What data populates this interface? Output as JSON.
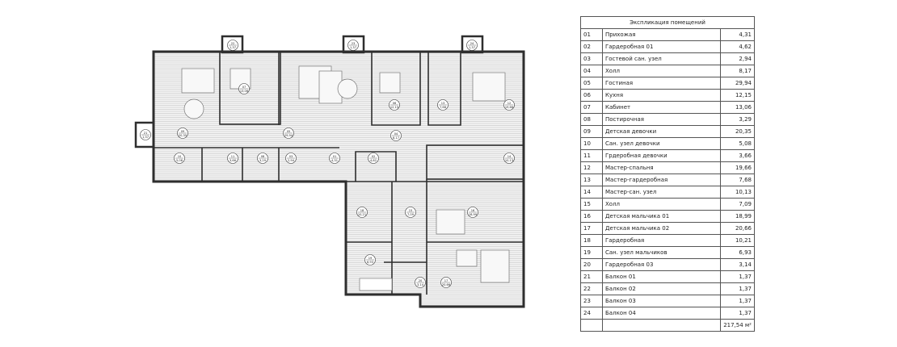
{
  "table": {
    "title": "Экспликация помещений",
    "rows": [
      {
        "no": "01",
        "name": "Прихожая",
        "area": "4,31"
      },
      {
        "no": "02",
        "name": "Гардеробная 01",
        "area": "4,62"
      },
      {
        "no": "03",
        "name": "Гостевой сан. узел",
        "area": "2,94"
      },
      {
        "no": "04",
        "name": "Холл",
        "area": "8,17"
      },
      {
        "no": "05",
        "name": "Гостиная",
        "area": "29,94"
      },
      {
        "no": "06",
        "name": "Кухня",
        "area": "12,15"
      },
      {
        "no": "07",
        "name": "Кабинет",
        "area": "13,06"
      },
      {
        "no": "08",
        "name": "Постирочная",
        "area": "3,29"
      },
      {
        "no": "09",
        "name": "Детская девочки",
        "area": "20,35"
      },
      {
        "no": "10",
        "name": "Сан. узел девочки",
        "area": "5,08"
      },
      {
        "no": "11",
        "name": "Грдеробная девочки",
        "area": "3,66"
      },
      {
        "no": "12",
        "name": "Мастер-спальня",
        "area": "19,66"
      },
      {
        "no": "13",
        "name": "Мастер-гардеробная",
        "area": "7,68"
      },
      {
        "no": "14",
        "name": "Мастер-сан. узел",
        "area": "10,13"
      },
      {
        "no": "15",
        "name": "Холл",
        "area": "7,09"
      },
      {
        "no": "16",
        "name": "Детская мальчика 01",
        "area": "18,99"
      },
      {
        "no": "17",
        "name": "Детская мальчика 02",
        "area": "20,66"
      },
      {
        "no": "18",
        "name": "Гардеробная",
        "area": "10,21"
      },
      {
        "no": "19",
        "name": "Сан. узел мальчиков",
        "area": "6,93"
      },
      {
        "no": "20",
        "name": "Гардеробная 03",
        "area": "3,14"
      },
      {
        "no": "21",
        "name": "Балкон 01",
        "area": "1,37"
      },
      {
        "no": "22",
        "name": "Балкон 02",
        "area": "1,37"
      },
      {
        "no": "23",
        "name": "Балкон 03",
        "area": "1,37"
      },
      {
        "no": "24",
        "name": "Балкон 04",
        "area": "1,37"
      }
    ],
    "total": "217,54 м²"
  },
  "colors": {
    "wall": "#2e2e2e",
    "hatch": "#bdbdbd",
    "line": "#555555"
  }
}
